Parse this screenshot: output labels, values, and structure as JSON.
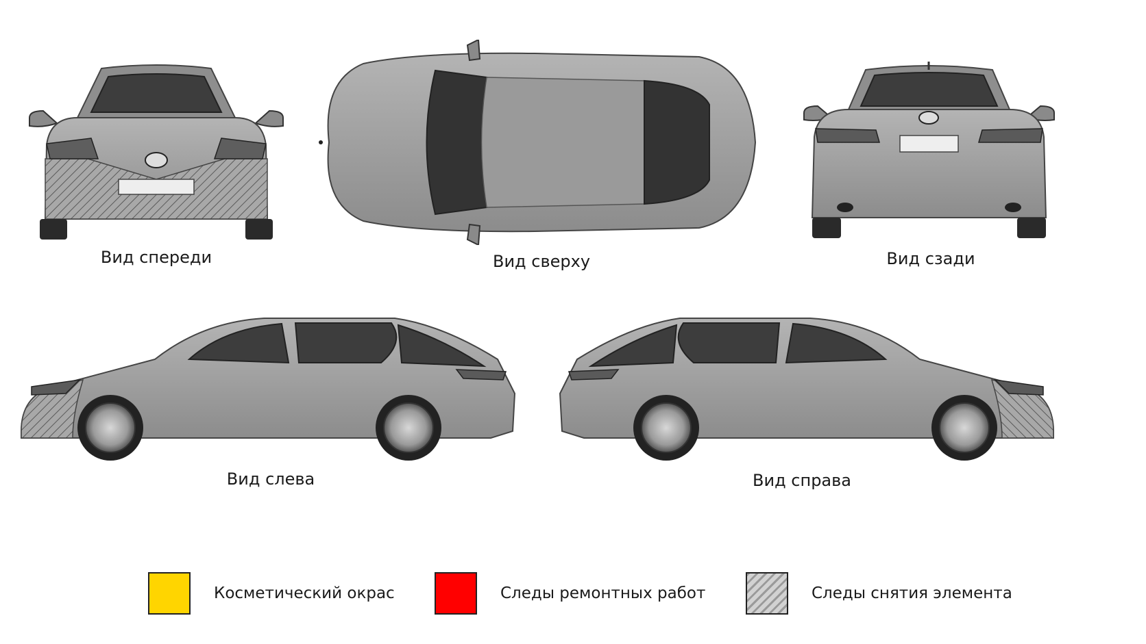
{
  "views": {
    "front": {
      "label": "Вид спереди"
    },
    "top": {
      "label": "Вид сверху"
    },
    "rear": {
      "label": "Вид сзади"
    },
    "left": {
      "label": "Вид слева"
    },
    "right": {
      "label": "Вид справа"
    }
  },
  "legend": [
    {
      "label": "Косметический окрас",
      "color": "#FFD500",
      "pattern": "solid"
    },
    {
      "label": "Следы ремонтных работ",
      "color": "#FF0000",
      "pattern": "solid"
    },
    {
      "label": "Следы снятия элемента",
      "color": "#B0B0B0",
      "pattern": "hatch"
    }
  ],
  "colors": {
    "body": "#9c9c9c",
    "glass": "#3a3a3a",
    "hatch": "#5a5a5a"
  }
}
